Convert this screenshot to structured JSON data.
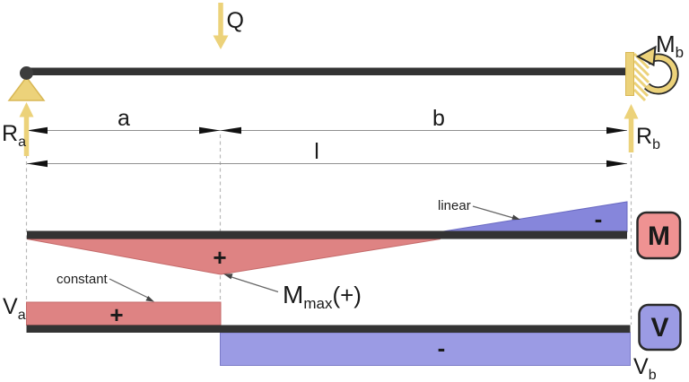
{
  "colors": {
    "yellow": "#ecd27a",
    "yellow_dark": "#d8b755",
    "dark": "#333333",
    "red_fill": "#de8383",
    "red_badge": "#ef9292",
    "blue_moment": "#8686db",
    "blue_shear": "#9b9be4",
    "outline": "#2a2a2a"
  },
  "beam": {
    "load_label": "Q",
    "reaction_left": {
      "main": "R",
      "sub": "a"
    },
    "reaction_right": {
      "main": "R",
      "sub": "b"
    },
    "end_moment": {
      "main": "M",
      "sub": "b"
    }
  },
  "dimensions": {
    "a": "a",
    "b": "b",
    "total": "l"
  },
  "moment_diagram": {
    "badge": "M",
    "plus": "+",
    "minus": "-",
    "shape_label": "linear",
    "max_label": {
      "main": "M",
      "sub": "max",
      "suffix": "(+)"
    }
  },
  "shear_diagram": {
    "badge": "V",
    "plus": "+",
    "minus": "-",
    "shape_label": "constant",
    "left_value": {
      "main": "V",
      "sub": "a"
    },
    "right_value": {
      "main": "V",
      "sub": "b"
    }
  }
}
